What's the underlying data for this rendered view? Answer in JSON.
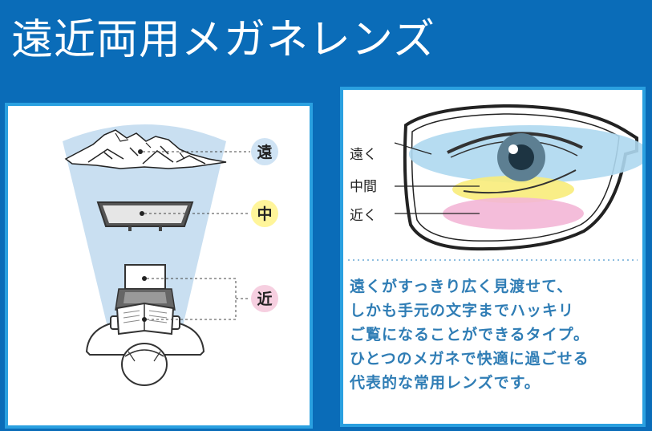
{
  "title": "遠近両用メガネレンズ",
  "usage_diagram": {
    "far_label": "遠",
    "mid_label": "中",
    "near_label": "近",
    "far_color": "#cfe3f4",
    "mid_color": "#fff59a",
    "near_color": "#f6cfe0"
  },
  "lens_diagram": {
    "far_label": "遠く",
    "mid_label": "中間",
    "near_label": "近く",
    "far_zone_color": "#aed8f0",
    "mid_zone_color": "#f8ec7a",
    "near_zone_color": "#f3b6d6"
  },
  "description_lines": [
    "遠くがすっきり広く見渡せて、",
    "しかも手元の文字までハッキリ",
    "ご覧になることができるタイプ。",
    "ひとつのメガネで快適に過ごせる",
    "代表的な常用レンズです。"
  ],
  "colors": {
    "background": "#0a6cb8",
    "panel_border": "#2aa0e0",
    "description_text": "#2f7db5"
  }
}
